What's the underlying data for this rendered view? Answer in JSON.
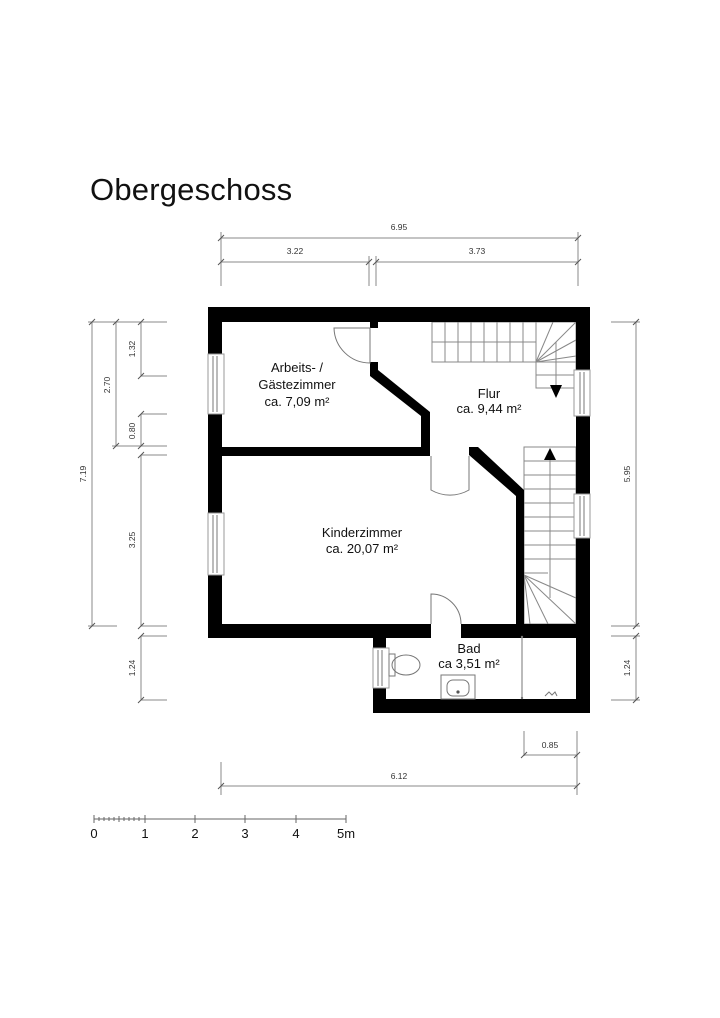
{
  "title": "Obergeschoss",
  "rooms": [
    {
      "name_line1": "Arbeits- /",
      "name_line2": "Gästezimmer",
      "area": "ca. 7,09 m²"
    },
    {
      "name_line1": "Flur",
      "area": "ca. 9,44 m²"
    },
    {
      "name_line1": "Kinderzimmer",
      "area": "ca. 20,07 m²"
    },
    {
      "name_line1": "Bad",
      "area": "ca 3,51 m²"
    }
  ],
  "dimensions": {
    "top_total": "6.95",
    "top_left": "3.22",
    "top_right": "3.73",
    "left_total": "7.19",
    "left_2_70": "2.70",
    "left_1_32": "1.32",
    "left_0_80": "0.80",
    "left_3_25": "3.25",
    "left_1_24": "1.24",
    "right_5_95": "5.95",
    "right_1_24": "1.24",
    "bottom_0_85": "0.85",
    "bottom_total": "6.12"
  },
  "scale_bar": {
    "labels": [
      "0",
      "1",
      "2",
      "3",
      "4",
      "5m"
    ]
  }
}
